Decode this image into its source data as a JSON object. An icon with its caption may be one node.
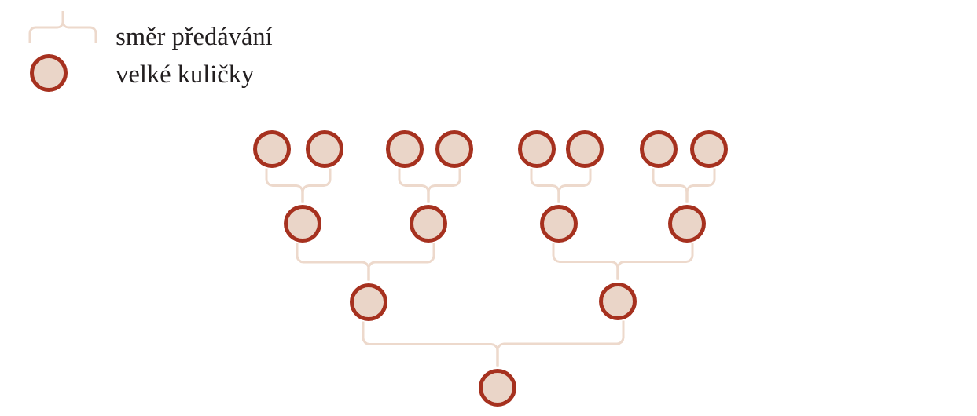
{
  "diagram": {
    "nodes": [
      {
        "text": [],
        "shape": "circle"
      },
      {
        "text": [],
        "shape": "circle"
      },
      {
        "text": [],
        "shape": "circle"
      },
      {
        "text": [],
        "shape": "circle"
      },
      {
        "text": [],
        "shape": "circle"
      },
      {
        "text": [],
        "shape": "circle"
      },
      {
        "text": [],
        "shape": "circle"
      },
      {
        "text": [],
        "shape": "circle"
      },
      {
        "text": [],
        "shape": "circle"
      },
      {
        "text": [],
        "shape": "circle"
      },
      {
        "text": [],
        "shape": "circle"
      },
      {
        "text": [],
        "shape": "circle"
      },
      {
        "text": [],
        "shape": "circle"
      },
      {
        "text": [],
        "shape": "circle"
      },
      {
        "text": [],
        "shape": "circle"
      },
      {
        "text": [],
        "shape": "circle"
      }
    ],
    "edges": [
      {
        "from": 1,
        "to": 9,
        "arrow": "none"
      },
      {
        "from": 2,
        "to": 9,
        "arrow": "none"
      },
      {
        "from": 3,
        "to": 10,
        "arrow": "none"
      },
      {
        "from": 4,
        "to": 10,
        "arrow": "none"
      },
      {
        "from": 5,
        "to": 11,
        "arrow": "none"
      },
      {
        "from": 6,
        "to": 11,
        "arrow": "none"
      },
      {
        "from": 7,
        "to": 12,
        "arrow": "none"
      },
      {
        "from": 8,
        "to": 12,
        "arrow": "none"
      },
      {
        "from": 9,
        "to": 13,
        "arrow": "none"
      },
      {
        "from": 10,
        "to": 13,
        "arrow": "none"
      },
      {
        "from": 11,
        "to": 14,
        "arrow": "none"
      },
      {
        "from": 12,
        "to": 14,
        "arrow": "none"
      },
      {
        "from": 13,
        "to": 15,
        "arrow": "none"
      },
      {
        "from": 14,
        "to": 15,
        "arrow": "none"
      }
    ],
    "legend": [
      {
        "text": "směr předávání"
      },
      {
        "text": "velké kuličky"
      }
    ]
  }
}
